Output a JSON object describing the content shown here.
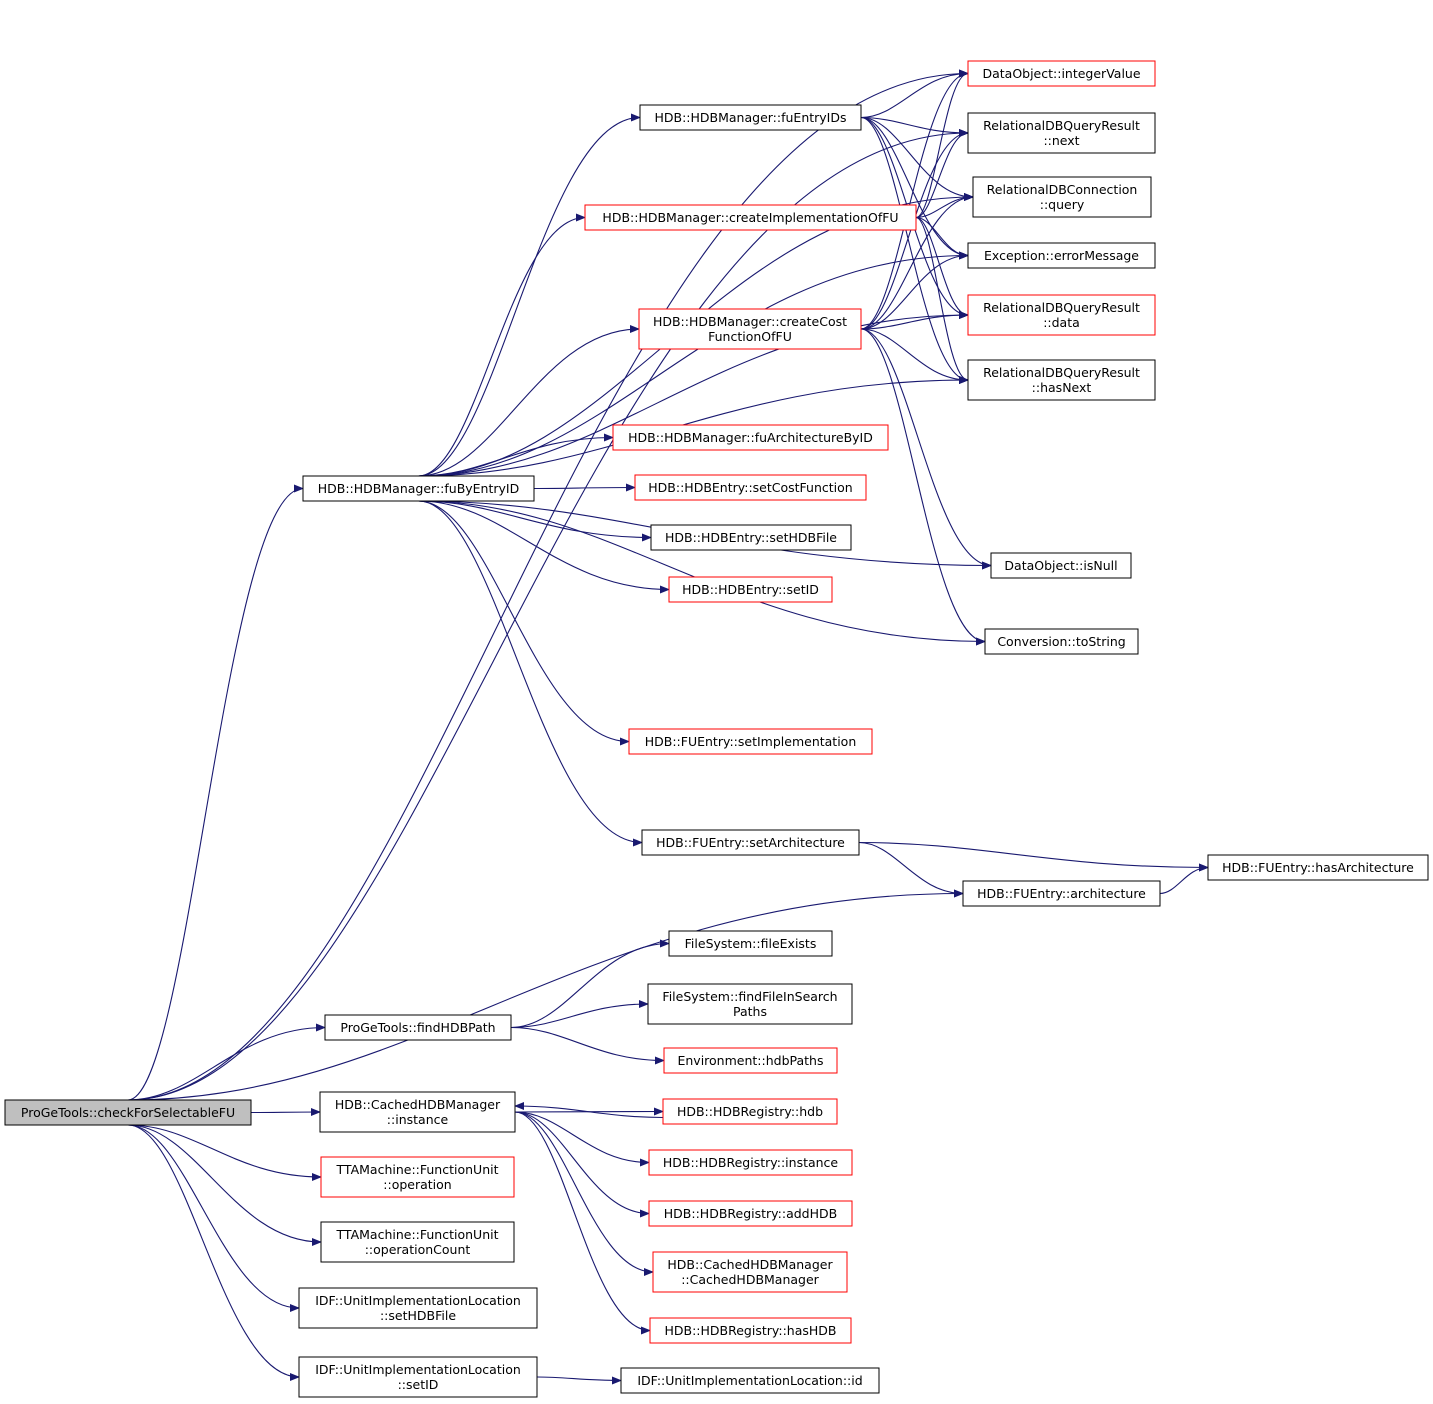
{
  "colors": {
    "edge": "#191970",
    "node_border_default": "#000000",
    "node_border_incomplete": "#ff0000",
    "node_fill_root": "#bfbfbf",
    "node_fill": "#ffffff"
  },
  "nodes": [
    {
      "id": "root",
      "lines": [
        "ProGeTools::checkForSelectableFU"
      ],
      "style": "root"
    },
    {
      "id": "fuByEntryID",
      "lines": [
        "HDB::HDBManager::fuByEntryID"
      ],
      "style": "black"
    },
    {
      "id": "fuEntryIDs",
      "lines": [
        "HDB::HDBManager::fuEntryIDs"
      ],
      "style": "black"
    },
    {
      "id": "createImpl",
      "lines": [
        "HDB::HDBManager::createImplementationOfFU"
      ],
      "style": "red"
    },
    {
      "id": "createCost",
      "lines": [
        "HDB::HDBManager::createCost",
        "FunctionOfFU"
      ],
      "style": "red"
    },
    {
      "id": "fuArch",
      "lines": [
        "HDB::HDBManager::fuArchitectureByID"
      ],
      "style": "red"
    },
    {
      "id": "setCostFn",
      "lines": [
        "HDB::HDBEntry::setCostFunction"
      ],
      "style": "red"
    },
    {
      "id": "setHDBFile",
      "lines": [
        "HDB::HDBEntry::setHDBFile"
      ],
      "style": "black"
    },
    {
      "id": "setID",
      "lines": [
        "HDB::HDBEntry::setID"
      ],
      "style": "red"
    },
    {
      "id": "setImpl",
      "lines": [
        "HDB::FUEntry::setImplementation"
      ],
      "style": "red"
    },
    {
      "id": "setArch",
      "lines": [
        "HDB::FUEntry::setArchitecture"
      ],
      "style": "black"
    },
    {
      "id": "intValue",
      "lines": [
        "DataObject::integerValue"
      ],
      "style": "red"
    },
    {
      "id": "rqNext",
      "lines": [
        "RelationalDBQueryResult",
        "::next"
      ],
      "style": "black"
    },
    {
      "id": "rcQuery",
      "lines": [
        "RelationalDBConnection",
        "::query"
      ],
      "style": "black"
    },
    {
      "id": "errMsg",
      "lines": [
        "Exception::errorMessage"
      ],
      "style": "black"
    },
    {
      "id": "rqData",
      "lines": [
        "RelationalDBQueryResult",
        "::data"
      ],
      "style": "red"
    },
    {
      "id": "rqHasNext",
      "lines": [
        "RelationalDBQueryResult",
        "::hasNext"
      ],
      "style": "black"
    },
    {
      "id": "isNull",
      "lines": [
        "DataObject::isNull"
      ],
      "style": "black"
    },
    {
      "id": "toString",
      "lines": [
        "Conversion::toString"
      ],
      "style": "black"
    },
    {
      "id": "architecture",
      "lines": [
        "HDB::FUEntry::architecture"
      ],
      "style": "black"
    },
    {
      "id": "hasArch",
      "lines": [
        "HDB::FUEntry::hasArchitecture"
      ],
      "style": "black"
    },
    {
      "id": "findHDBPath",
      "lines": [
        "ProGeTools::findHDBPath"
      ],
      "style": "black"
    },
    {
      "id": "fileExists",
      "lines": [
        "FileSystem::fileExists"
      ],
      "style": "black"
    },
    {
      "id": "findFile",
      "lines": [
        "FileSystem::findFileInSearch",
        "Paths"
      ],
      "style": "black"
    },
    {
      "id": "hdbPaths",
      "lines": [
        "Environment::hdbPaths"
      ],
      "style": "red"
    },
    {
      "id": "cachedInst",
      "lines": [
        "HDB::CachedHDBManager",
        "::instance"
      ],
      "style": "black"
    },
    {
      "id": "regHdb",
      "lines": [
        "HDB::HDBRegistry::hdb"
      ],
      "style": "red"
    },
    {
      "id": "regInst",
      "lines": [
        "HDB::HDBRegistry::instance"
      ],
      "style": "red"
    },
    {
      "id": "regAdd",
      "lines": [
        "HDB::HDBRegistry::addHDB"
      ],
      "style": "red"
    },
    {
      "id": "cachedCtor",
      "lines": [
        "HDB::CachedHDBManager",
        "::CachedHDBManager"
      ],
      "style": "red"
    },
    {
      "id": "regHas",
      "lines": [
        "HDB::HDBRegistry::hasHDB"
      ],
      "style": "red"
    },
    {
      "id": "fuOp",
      "lines": [
        "TTAMachine::FunctionUnit",
        "::operation"
      ],
      "style": "red"
    },
    {
      "id": "fuOpCount",
      "lines": [
        "TTAMachine::FunctionUnit",
        "::operationCount"
      ],
      "style": "black"
    },
    {
      "id": "uilSetFile",
      "lines": [
        "IDF::UnitImplementationLocation",
        "::setHDBFile"
      ],
      "style": "black"
    },
    {
      "id": "uilSetID",
      "lines": [
        "IDF::UnitImplementationLocation",
        "::setID"
      ],
      "style": "black"
    },
    {
      "id": "uilId",
      "lines": [
        "IDF::UnitImplementationLocation::id"
      ],
      "style": "black"
    }
  ],
  "edges": [
    [
      "root",
      "intValue"
    ],
    [
      "root",
      "rqNext"
    ],
    [
      "root",
      "fuByEntryID"
    ],
    [
      "root",
      "architecture"
    ],
    [
      "root",
      "findHDBPath"
    ],
    [
      "root",
      "cachedInst"
    ],
    [
      "root",
      "fuOp"
    ],
    [
      "root",
      "fuOpCount"
    ],
    [
      "root",
      "uilSetFile"
    ],
    [
      "root",
      "uilSetID"
    ],
    [
      "fuByEntryID",
      "fuEntryIDs"
    ],
    [
      "fuByEntryID",
      "createImpl"
    ],
    [
      "fuByEntryID",
      "createCost"
    ],
    [
      "fuByEntryID",
      "fuArch"
    ],
    [
      "fuByEntryID",
      "setCostFn"
    ],
    [
      "fuByEntryID",
      "setHDBFile"
    ],
    [
      "fuByEntryID",
      "setID"
    ],
    [
      "fuByEntryID",
      "setImpl"
    ],
    [
      "fuByEntryID",
      "setArch"
    ],
    [
      "fuByEntryID",
      "rcQuery"
    ],
    [
      "fuByEntryID",
      "errMsg"
    ],
    [
      "fuByEntryID",
      "rqData"
    ],
    [
      "fuByEntryID",
      "rqHasNext"
    ],
    [
      "fuByEntryID",
      "isNull"
    ],
    [
      "fuByEntryID",
      "toString"
    ],
    [
      "fuEntryIDs",
      "intValue"
    ],
    [
      "fuEntryIDs",
      "rqNext"
    ],
    [
      "fuEntryIDs",
      "rcQuery"
    ],
    [
      "fuEntryIDs",
      "errMsg"
    ],
    [
      "fuEntryIDs",
      "rqData"
    ],
    [
      "fuEntryIDs",
      "rqHasNext"
    ],
    [
      "createImpl",
      "intValue"
    ],
    [
      "createImpl",
      "rqNext"
    ],
    [
      "createImpl",
      "rcQuery"
    ],
    [
      "createImpl",
      "errMsg"
    ],
    [
      "createImpl",
      "rqData"
    ],
    [
      "createImpl",
      "rqHasNext"
    ],
    [
      "createCost",
      "intValue"
    ],
    [
      "createCost",
      "rqNext"
    ],
    [
      "createCost",
      "rcQuery"
    ],
    [
      "createCost",
      "errMsg"
    ],
    [
      "createCost",
      "rqData"
    ],
    [
      "createCost",
      "rqHasNext"
    ],
    [
      "createCost",
      "isNull"
    ],
    [
      "createCost",
      "toString"
    ],
    [
      "setArch",
      "architecture"
    ],
    [
      "setArch",
      "hasArch"
    ],
    [
      "architecture",
      "hasArch"
    ],
    [
      "findHDBPath",
      "fileExists"
    ],
    [
      "findHDBPath",
      "findFile"
    ],
    [
      "findHDBPath",
      "hdbPaths"
    ],
    [
      "cachedInst",
      "regHdb"
    ],
    [
      "regHdb",
      "cachedInst"
    ],
    [
      "cachedInst",
      "regInst"
    ],
    [
      "cachedInst",
      "regAdd"
    ],
    [
      "cachedInst",
      "cachedCtor"
    ],
    [
      "cachedInst",
      "regHas"
    ],
    [
      "uilSetID",
      "uilId"
    ]
  ]
}
